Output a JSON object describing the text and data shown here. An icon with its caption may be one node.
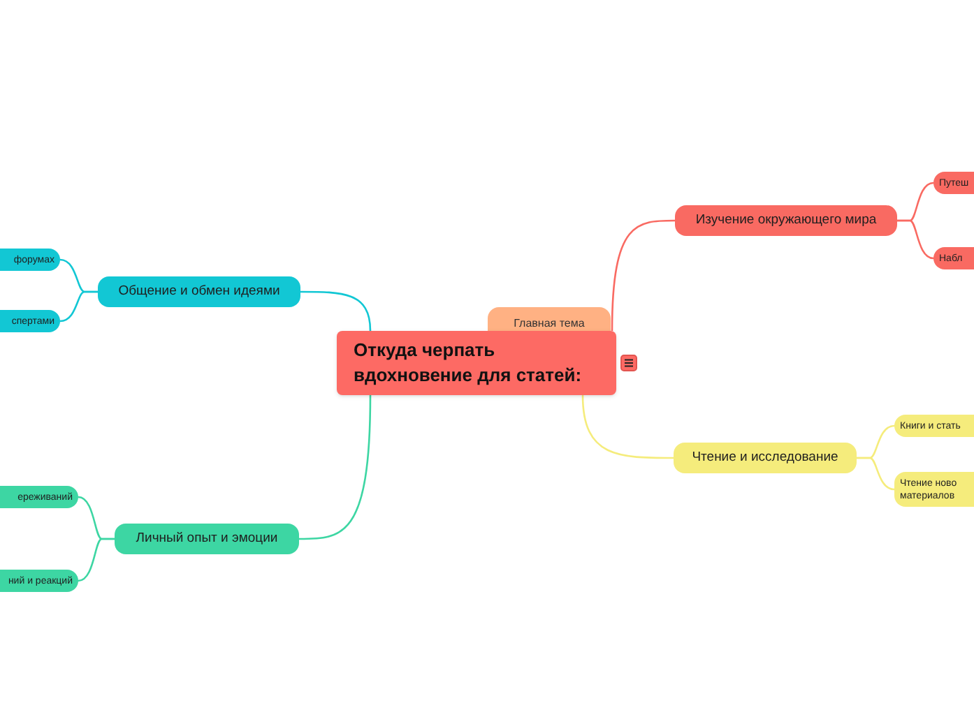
{
  "diagram": {
    "nodes": [
      {
        "text": [
          "Откуда черпать вдохновение для статей:"
        ]
      },
      {
        "text": [
          "Главная тема"
        ]
      },
      {
        "text": [
          "Изучение окружающего мира"
        ]
      },
      {
        "text": [
          "Путеш"
        ]
      },
      {
        "text": [
          "Набл"
        ]
      },
      {
        "text": [
          "Чтение и исследование"
        ]
      },
      {
        "text": [
          "Книги и стать"
        ]
      },
      {
        "text": [
          "Чтение ново материалов"
        ]
      },
      {
        "text": [
          "Общение и обмен идеями"
        ]
      },
      {
        "text": [
          "форумах"
        ]
      },
      {
        "text": [
          "спертами"
        ]
      },
      {
        "text": [
          "Личный опыт и эмоции"
        ]
      },
      {
        "text": [
          "ереживаний"
        ]
      },
      {
        "text": [
          "ний и реакций"
        ]
      }
    ],
    "edges": [
      {
        "from": 0,
        "to": 2,
        "arrow": "none",
        "color": "#f96a62"
      },
      {
        "from": 2,
        "to": 3,
        "arrow": "none",
        "color": "#f96a62"
      },
      {
        "from": 2,
        "to": 4,
        "arrow": "none",
        "color": "#f96a62"
      },
      {
        "from": 0,
        "to": 5,
        "arrow": "none",
        "color": "#f5ec7c"
      },
      {
        "from": 5,
        "to": 6,
        "arrow": "none",
        "color": "#f5ec7c"
      },
      {
        "from": 5,
        "to": 7,
        "arrow": "none",
        "color": "#f5ec7c"
      },
      {
        "from": 0,
        "to": 8,
        "arrow": "none",
        "color": "#12c7d4"
      },
      {
        "from": 8,
        "to": 9,
        "arrow": "none",
        "color": "#12c7d4"
      },
      {
        "from": 8,
        "to": 10,
        "arrow": "none",
        "color": "#12c7d4"
      },
      {
        "from": 0,
        "to": 11,
        "arrow": "none",
        "color": "#3dd6a3"
      },
      {
        "from": 11,
        "to": 12,
        "arrow": "none",
        "color": "#3dd6a3"
      },
      {
        "from": 11,
        "to": 13,
        "arrow": "none",
        "color": "#3dd6a3"
      }
    ]
  }
}
